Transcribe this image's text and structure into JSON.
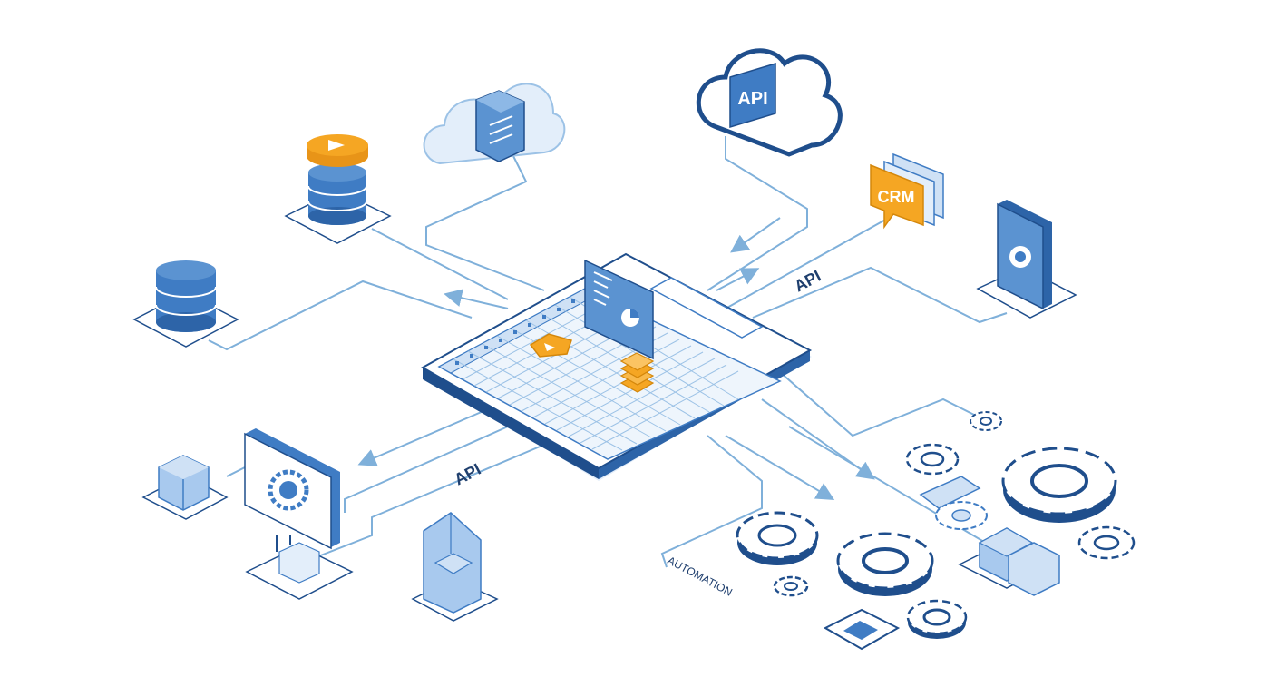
{
  "labels": {
    "cloud_api": "API",
    "crm": "CRM",
    "api_top": "API",
    "api_bottom": "API",
    "automation": "AUTOMATION"
  },
  "colors": {
    "primary_blue": "#3f7cc4",
    "dark_blue": "#1f4e8c",
    "light_blue": "#cfe1f5",
    "accent_orange": "#f5a623",
    "connector": "#7fb0da"
  },
  "icons": [
    "database-icon",
    "cloud-server-icon",
    "api-cloud-icon",
    "crm-chat-icon",
    "mobile-device-icon",
    "spreadsheet-hub-icon",
    "gear-icon",
    "settings-monitor-icon",
    "cube-icon",
    "package-icon"
  ]
}
